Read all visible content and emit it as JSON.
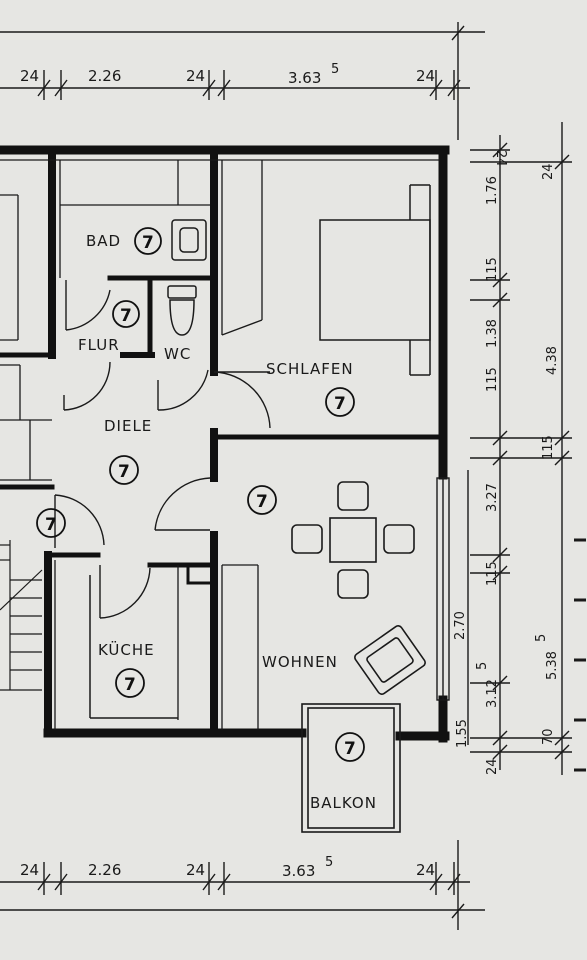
{
  "rooms": {
    "bad": "BAD",
    "flur": "FLUR",
    "wc": "WC",
    "schlafen": "SCHLAFEN",
    "diele": "DIELE",
    "kueche": "KÜCHE",
    "wohnen": "WOHNEN",
    "balkon": "BALKON"
  },
  "room_number": "7",
  "dims_top": {
    "d1": "24",
    "d2": "2.26",
    "d3": "24",
    "d4": "3.63",
    "d4_sup": "5",
    "d5": "24"
  },
  "dims_bottom": {
    "d1": "24",
    "d2": "2.26",
    "d3": "24",
    "d4": "3.63",
    "d4_sup": "5",
    "d5": "24"
  },
  "dims_right_inner": {
    "a": "24",
    "b": "1.76",
    "c": "115",
    "d": "1.38",
    "e": "115",
    "f": "3.27",
    "g": "115",
    "h": "2.70",
    "i": "3.12",
    "i_sup": "5",
    "j": "1.55"
  },
  "dims_right_outer": {
    "a": "24",
    "b": "4.38",
    "c": "115",
    "d": "5.38",
    "d_sup": "5",
    "e": "70",
    "f": "24"
  }
}
